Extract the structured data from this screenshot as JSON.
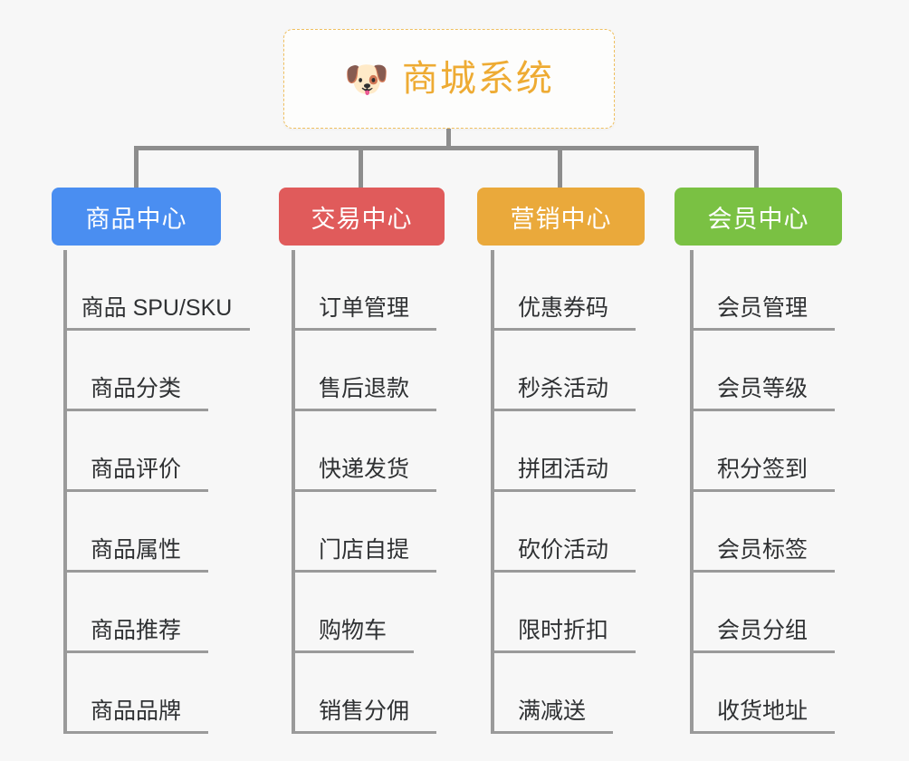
{
  "page": {
    "background_color": "#f7f7f7",
    "line_color": "#8d8d8d"
  },
  "root": {
    "icon": "dog-face-icon",
    "emoji": "🐶",
    "title": "商城系统",
    "text_color": "#eeab33",
    "border_color": "#f0c060",
    "background_color": "#fdfdfc"
  },
  "columns": [
    {
      "id": "product-center",
      "label": "商品中心",
      "color": "#4a8ef1",
      "items": [
        "商品 SPU/SKU",
        "商品分类",
        "商品评价",
        "商品属性",
        "商品推荐",
        "商品品牌"
      ]
    },
    {
      "id": "trade-center",
      "label": "交易中心",
      "color": "#e05b5b",
      "items": [
        "订单管理",
        "售后退款",
        "快递发货",
        "门店自提",
        "购物车",
        "销售分佣"
      ]
    },
    {
      "id": "marketing-center",
      "label": "营销中心",
      "color": "#eaa93b",
      "items": [
        "优惠券码",
        "秒杀活动",
        "拼团活动",
        "砍价活动",
        "限时折扣",
        "满减送"
      ]
    },
    {
      "id": "member-center",
      "label": "会员中心",
      "color": "#7ac143",
      "items": [
        "会员管理",
        "会员等级",
        "积分签到",
        "会员标签",
        "会员分组",
        "收货地址"
      ]
    }
  ]
}
